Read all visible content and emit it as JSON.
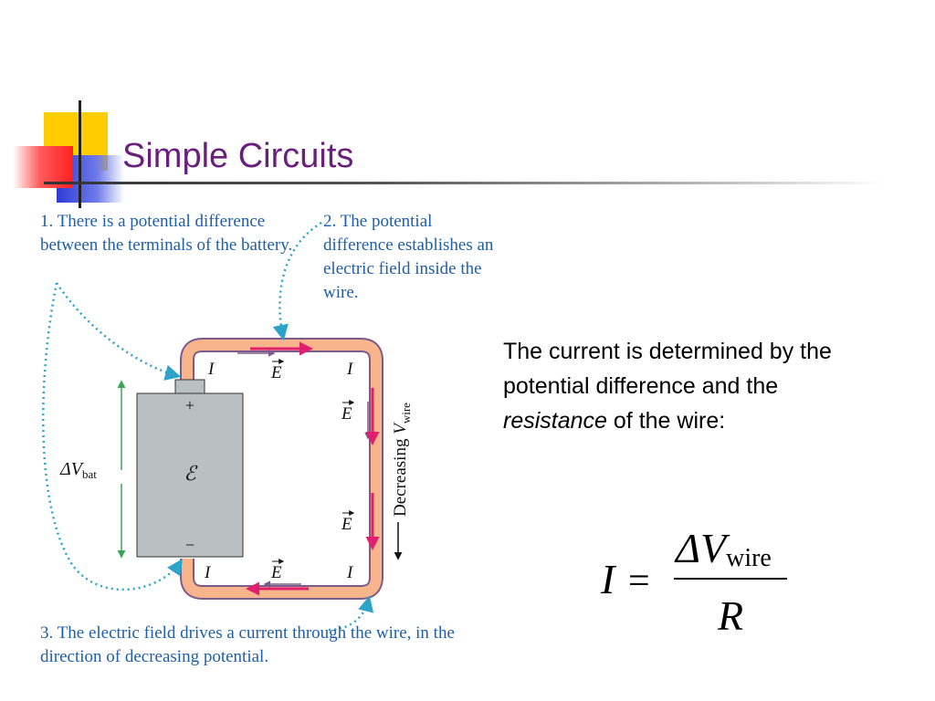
{
  "slide": {
    "title": "Simple Circuits",
    "accent_colors": {
      "yellow": "#ffcc00",
      "red": "#ff3b3b",
      "blue": "#2f3bd6",
      "title": "#6b1f7c"
    }
  },
  "diagram": {
    "callouts": [
      "1. There is a potential difference between the terminals of the battery.",
      "2. The potential difference establishes an electric field inside the wire.",
      "3. The electric field drives a current through the wire, in the direction of decreasing potential."
    ],
    "battery": {
      "plus": "+",
      "minus": "−",
      "emf_symbol": "ℰ"
    },
    "delta_v_bat": {
      "main": "ΔV",
      "sub": "bat"
    },
    "field_label": "E",
    "current_label": "I",
    "decreasing_label": {
      "prefix": "Decreasing ",
      "var": "V",
      "sub": "wire"
    },
    "colors": {
      "wire_fill": "#f8b48a",
      "wire_stroke": "#7b5a8c",
      "battery": "#b8c0c1",
      "field_arrow": "#e0206f",
      "callout_text": "#1f5ea8",
      "dashed": "#2ea3c9",
      "bracket": "#3aa655"
    }
  },
  "explanation": {
    "text_before": "The current is determined by the potential difference and the ",
    "emphasis": "resistance",
    "text_after": " of the wire:"
  },
  "equation": {
    "lhs": "I",
    "equals": "=",
    "numerator_main": "ΔV",
    "numerator_sub": "wire",
    "denominator": "R"
  }
}
